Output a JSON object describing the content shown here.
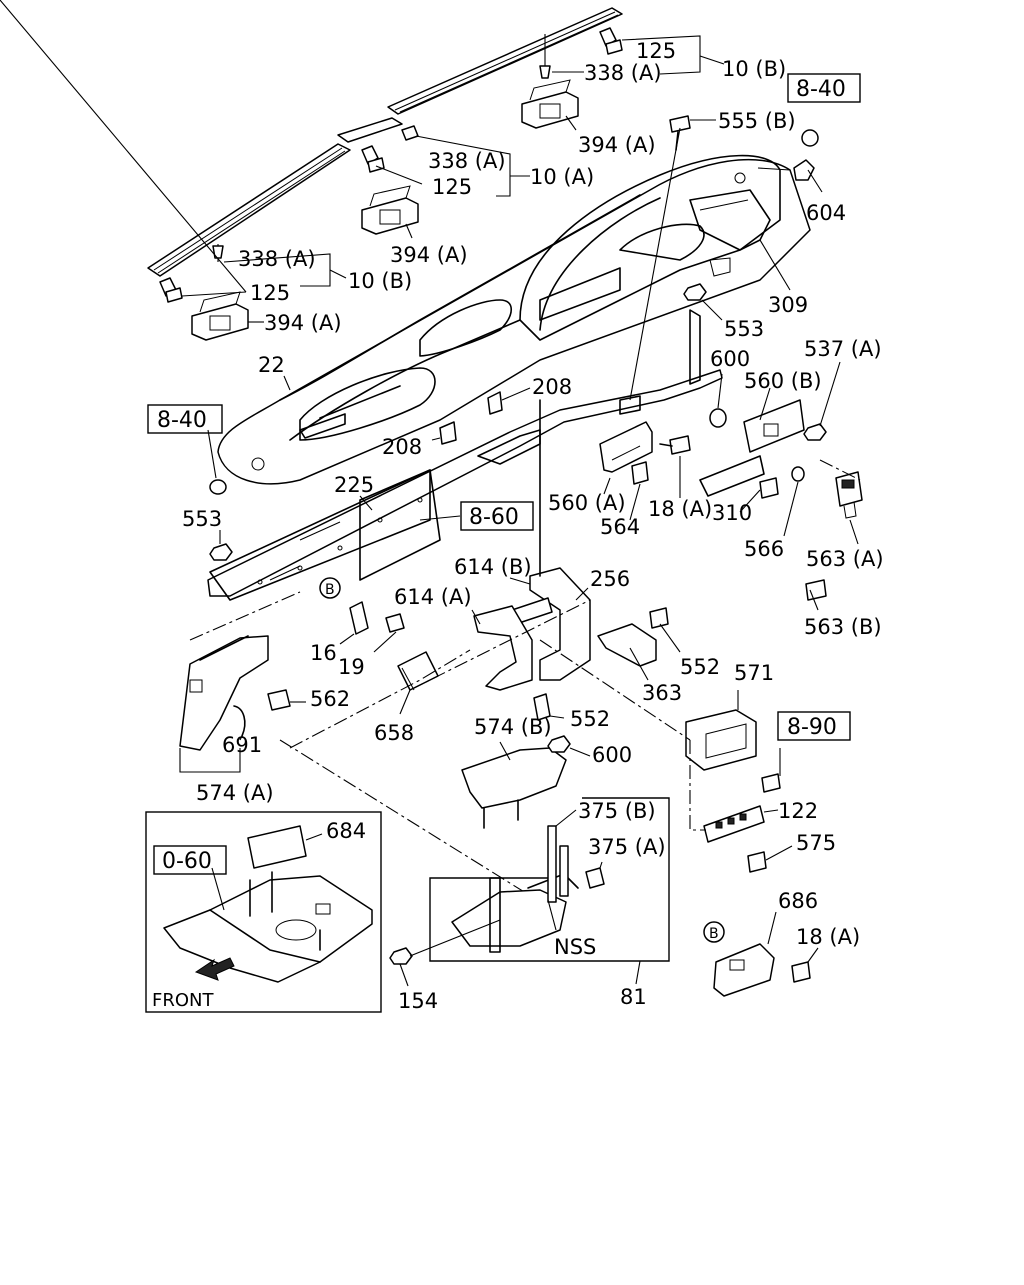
{
  "diagram": {
    "callouts": [
      {
        "id": "c-125-top",
        "text": "125"
      },
      {
        "id": "c-338a-top",
        "text": "338 (A)"
      },
      {
        "id": "c-10b-top",
        "text": "10 (B)"
      },
      {
        "id": "c-ref-840-top",
        "text": "8-40"
      },
      {
        "id": "c-555b",
        "text": "555 (B)"
      },
      {
        "id": "c-394a-top",
        "text": "394 (A)"
      },
      {
        "id": "c-338a-mid",
        "text": "338 (A)"
      },
      {
        "id": "c-10a",
        "text": "10 (A)"
      },
      {
        "id": "c-125-mid",
        "text": "125"
      },
      {
        "id": "c-604",
        "text": "604"
      },
      {
        "id": "c-394a-mid",
        "text": "394 (A)"
      },
      {
        "id": "c-338a-left",
        "text": "338 (A)"
      },
      {
        "id": "c-10b-left",
        "text": "10 (B)"
      },
      {
        "id": "c-125-left",
        "text": "125"
      },
      {
        "id": "c-309",
        "text": "309"
      },
      {
        "id": "c-394a-left",
        "text": "394 (A)"
      },
      {
        "id": "c-553-top",
        "text": "553"
      },
      {
        "id": "c-600-top",
        "text": "600"
      },
      {
        "id": "c-537a",
        "text": "537 (A)"
      },
      {
        "id": "c-22",
        "text": "22"
      },
      {
        "id": "c-208-a",
        "text": "208"
      },
      {
        "id": "c-560b",
        "text": "560 (B)"
      },
      {
        "id": "c-ref-840-left",
        "text": "8-40"
      },
      {
        "id": "c-208-b",
        "text": "208"
      },
      {
        "id": "c-225",
        "text": "225"
      },
      {
        "id": "c-560a",
        "text": "560 (A)"
      },
      {
        "id": "c-18a-mid",
        "text": "18 (A)"
      },
      {
        "id": "c-310",
        "text": "310"
      },
      {
        "id": "c-ref-860",
        "text": "8-60"
      },
      {
        "id": "c-553-left",
        "text": "553"
      },
      {
        "id": "c-564",
        "text": "564"
      },
      {
        "id": "c-566",
        "text": "566"
      },
      {
        "id": "c-563a",
        "text": "563 (A)"
      },
      {
        "id": "c-614b",
        "text": "614 (B)"
      },
      {
        "id": "c-256",
        "text": "256"
      },
      {
        "id": "c-614a",
        "text": "614 (A)"
      },
      {
        "id": "c-563b",
        "text": "563 (B)"
      },
      {
        "id": "c-16",
        "text": "16"
      },
      {
        "id": "c-19",
        "text": "19"
      },
      {
        "id": "c-552-right",
        "text": "552"
      },
      {
        "id": "c-571",
        "text": "571"
      },
      {
        "id": "c-562",
        "text": "562"
      },
      {
        "id": "c-363",
        "text": "363"
      },
      {
        "id": "c-552-mid",
        "text": "552"
      },
      {
        "id": "c-ref-890",
        "text": "8-90"
      },
      {
        "id": "c-691",
        "text": "691"
      },
      {
        "id": "c-658",
        "text": "658"
      },
      {
        "id": "c-574b",
        "text": "574 (B)"
      },
      {
        "id": "c-600-mid",
        "text": "600"
      },
      {
        "id": "c-574a",
        "text": "574 (A)"
      },
      {
        "id": "c-122",
        "text": "122"
      },
      {
        "id": "c-375b",
        "text": "375 (B)"
      },
      {
        "id": "c-684",
        "text": "684"
      },
      {
        "id": "c-575",
        "text": "575"
      },
      {
        "id": "c-375a",
        "text": "375 (A)"
      },
      {
        "id": "c-ref-060",
        "text": "0-60"
      },
      {
        "id": "c-686",
        "text": "686"
      },
      {
        "id": "c-18a-low",
        "text": "18 (A)"
      },
      {
        "id": "c-nss",
        "text": "NSS"
      },
      {
        "id": "c-154",
        "text": "154"
      },
      {
        "id": "c-81",
        "text": "81"
      },
      {
        "id": "c-front",
        "text": "FRONT"
      }
    ],
    "circle_markers": [
      {
        "id": "m-b-1",
        "text": "B"
      },
      {
        "id": "m-b-2",
        "text": "B"
      }
    ]
  }
}
